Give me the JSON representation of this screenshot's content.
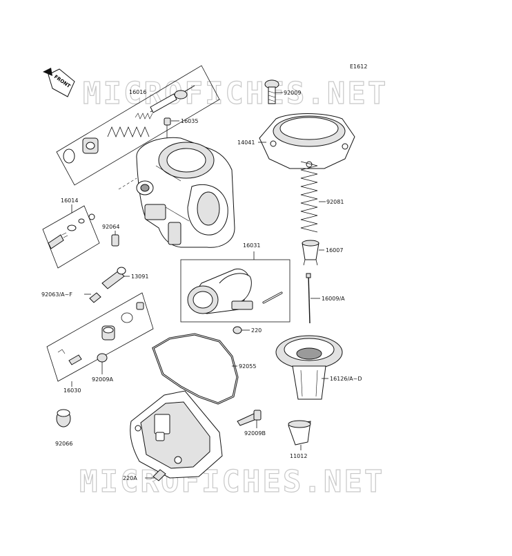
{
  "diagram": {
    "code": "E1612",
    "front_label": "FRONT",
    "watermark_top": "MICROFICHES.NET",
    "watermark_bottom": "MICROFICHES.NET"
  },
  "parts": {
    "p16016": "16016",
    "p16035": "16035",
    "p92009_top": "92009",
    "p14041": "14041",
    "p92081": "92081",
    "p16014": "16014",
    "p92064": "92064",
    "p16031": "16031",
    "p16007": "16007",
    "p13091": "13091",
    "p92063": "92063/A~F",
    "p16009": "16009/A",
    "p220_mid": "220",
    "p92055": "92055",
    "p16126": "16126/A~D",
    "p16030": "16030",
    "p92009A": "92009A",
    "p92009B": "92009B",
    "p92066": "92066",
    "p11012": "11012",
    "p220A": "220A"
  }
}
